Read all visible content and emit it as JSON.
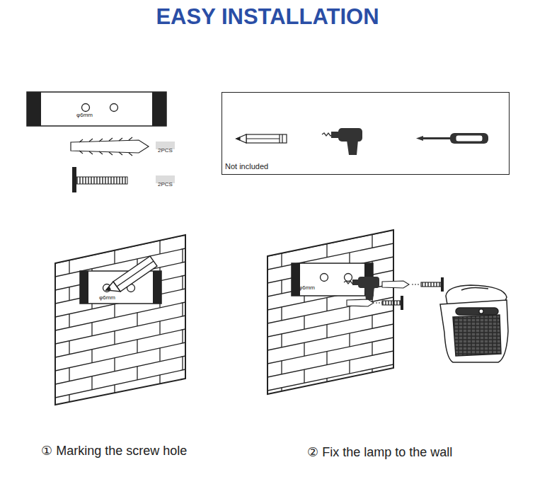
{
  "diagram": {
    "title": "EASY INSTALLATION",
    "nodes": [
      {
        "text": [
          "φ6mm"
        ]
      },
      {
        "text": [
          "2PCS"
        ]
      },
      {
        "text": [
          "2PCS"
        ]
      },
      {
        "text": [
          "Not included"
        ]
      },
      {
        "text": [
          "φ6mm"
        ]
      },
      {
        "text": [
          "φ6mm"
        ]
      }
    ],
    "edges": [],
    "labels": [
      "① Marking the screw hole",
      "② Fix the lamp to the wall"
    ]
  }
}
